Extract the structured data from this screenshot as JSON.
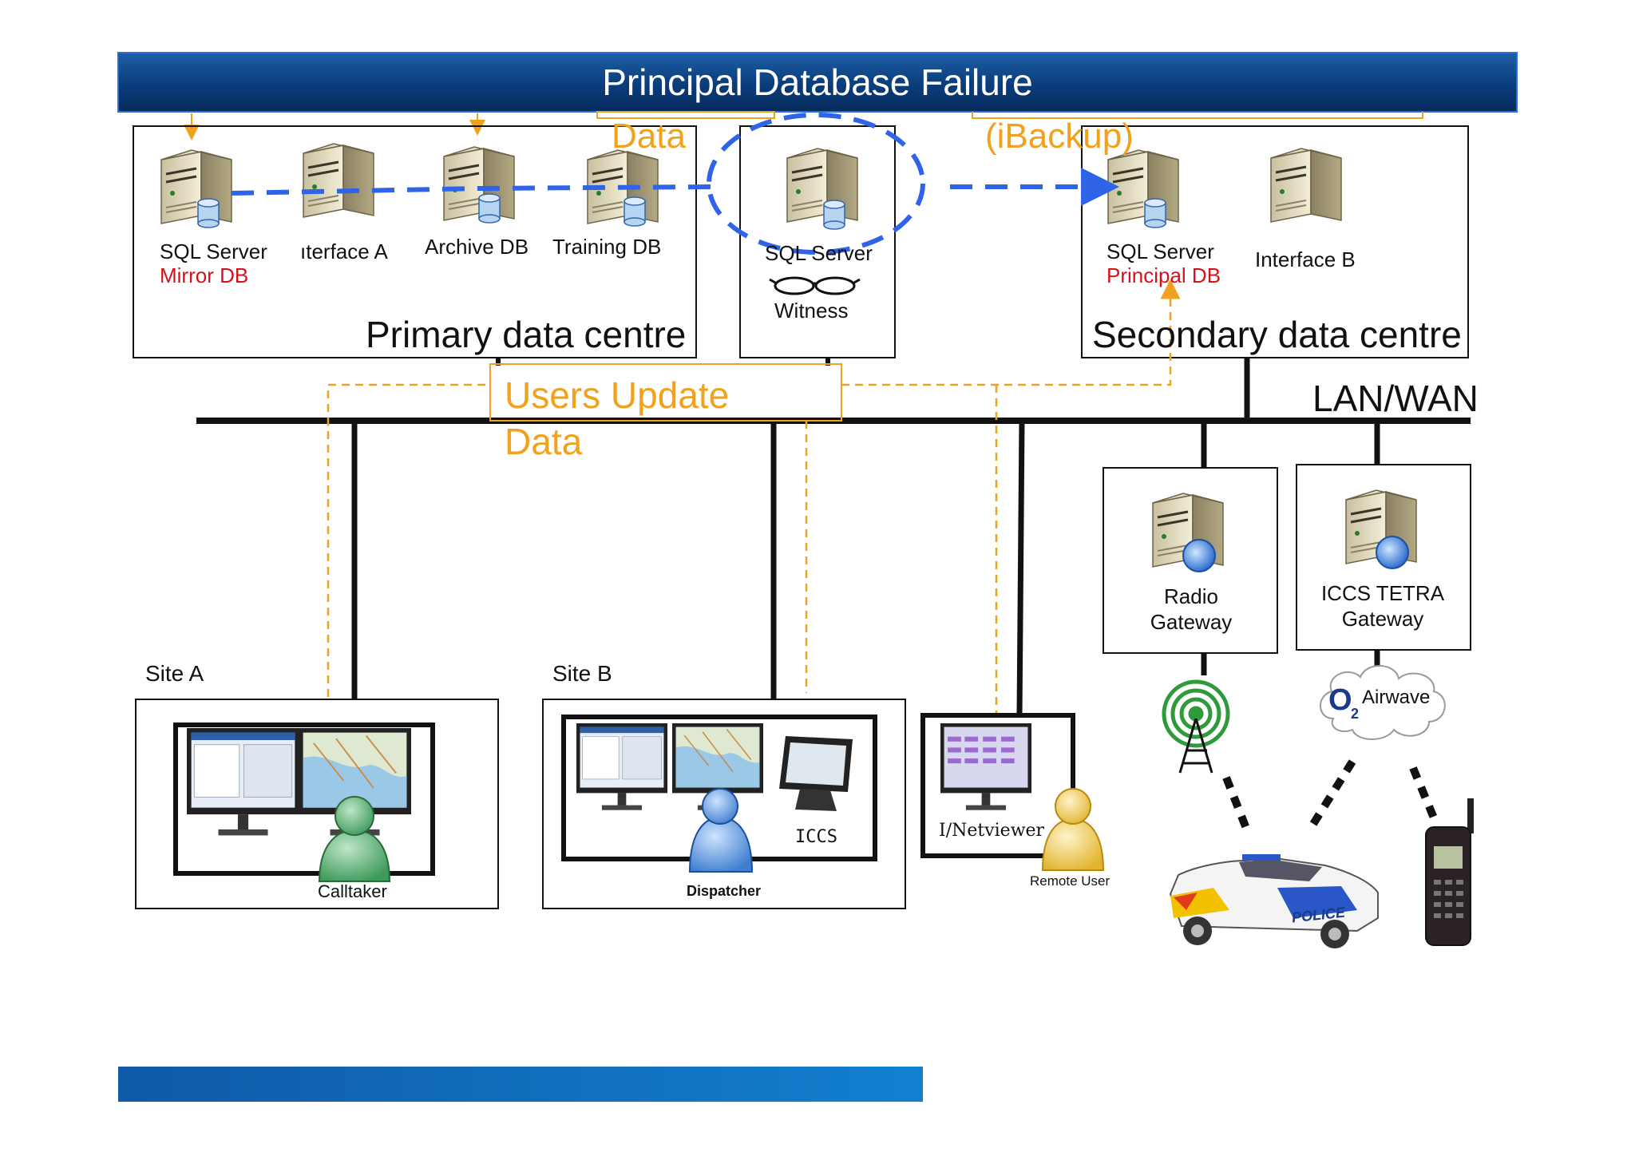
{
  "title": "Principal Database Failure",
  "primary_dc": {
    "label": "Primary data centre",
    "servers": [
      {
        "name": "SQL Server",
        "sub": "Mirror DB"
      },
      {
        "name": "ıterface A"
      },
      {
        "name": "Archive DB"
      },
      {
        "name": "Training DB"
      }
    ]
  },
  "witness": {
    "name": "SQL Server",
    "role": "Witness"
  },
  "secondary_dc": {
    "label": "Secondary data centre",
    "servers": [
      {
        "name": "SQL Server",
        "sub": "Principal DB"
      },
      {
        "name": "Interface B"
      }
    ]
  },
  "network_label": "LAN/WAN",
  "overlay_text": {
    "data": "Data",
    "ibackup": "(iBackup)",
    "users_update_1": "Users Update",
    "users_update_2": "Data"
  },
  "gateways": [
    {
      "line1": "Radio",
      "line2": "Gateway"
    },
    {
      "line1": "ICCS TETRA",
      "line2": "Gateway"
    }
  ],
  "sites": [
    {
      "name": "Site A",
      "person": "Calltaker"
    },
    {
      "name": "Site B",
      "person": "Dispatcher",
      "console": "ICCS"
    }
  ],
  "remote": {
    "device": "I/Netviewer",
    "person": "Remote User"
  },
  "airwave": {
    "brand": "O",
    "sub": "2",
    "label": "Airwave"
  },
  "police_text": "POLICE",
  "colors": {
    "banner": "#0b3f7e",
    "dashed_link": "#2f63e8",
    "data_flow": "#f0a21e",
    "alert_text": "#d9101a",
    "footer_bar": "#0e6bb8"
  }
}
